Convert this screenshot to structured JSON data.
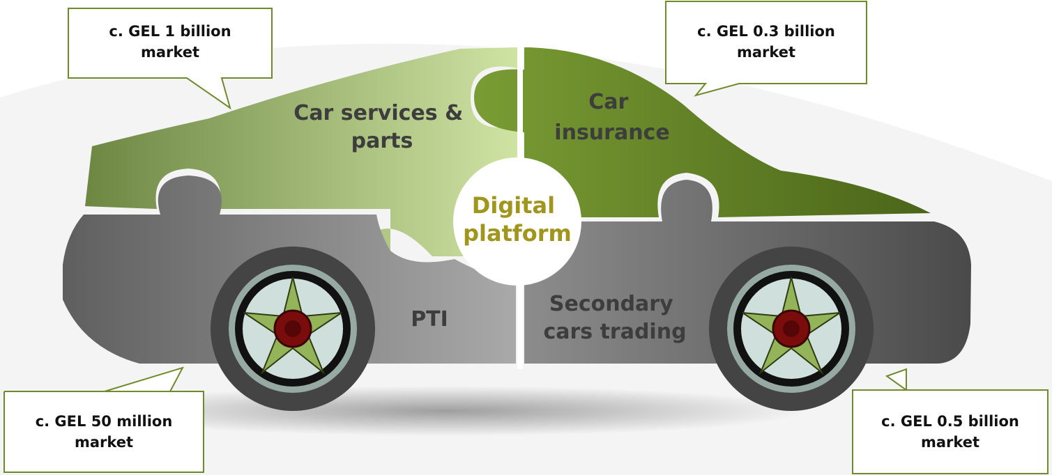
{
  "segments": {
    "car_services": [
      "Car services &",
      "parts"
    ],
    "car_insurance": [
      "Car",
      "insurance"
    ],
    "pti": [
      "PTI"
    ],
    "secondary_trading": [
      "Secondary",
      "cars trading"
    ],
    "center": [
      "Digital",
      "platform"
    ]
  },
  "callouts": {
    "top_left": [
      "c. GEL 1 billion",
      "market"
    ],
    "top_right": [
      "c. GEL 0.3 billion",
      "market"
    ],
    "bottom_left": [
      "c. GEL 50 million",
      "market"
    ],
    "bottom_right": [
      "c. GEL 0.5 billion",
      "market"
    ]
  },
  "colors": {
    "accent_olive": "#a0961e",
    "green_light": "#c4d98e",
    "green_dark": "#4e6e1e",
    "gray_body": "#666666",
    "wheel_spoke": "#93b458",
    "wheel_hub": "#7a0c0c",
    "callout_border": "#6f8a2a"
  }
}
